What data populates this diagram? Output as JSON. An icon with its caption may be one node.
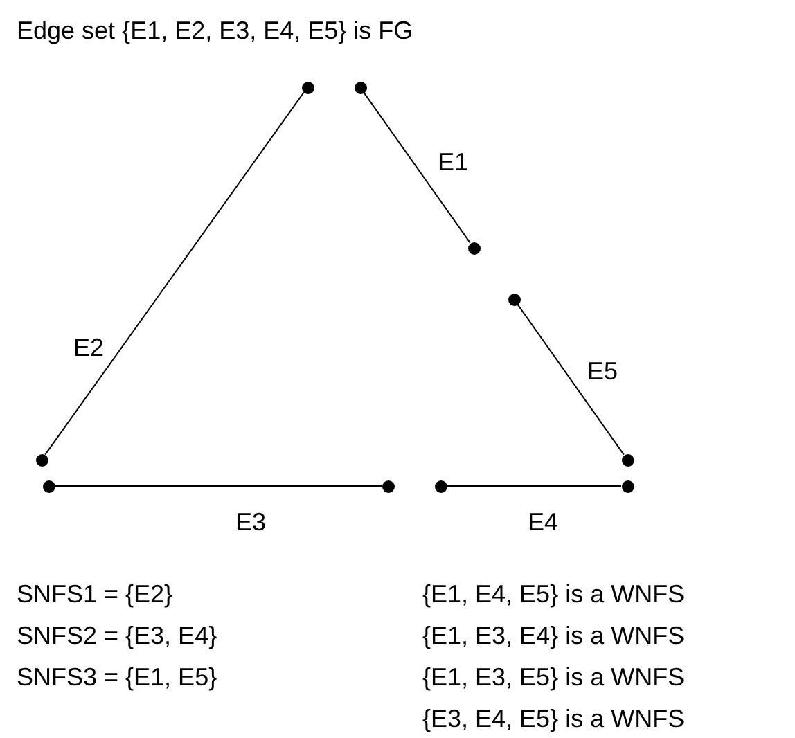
{
  "diagram": {
    "title": "Edge set {E1, E2, E3, E4, E5} is FG",
    "nodes": [
      {
        "text": [],
        "shape": "circle"
      },
      {
        "text": [],
        "shape": "circle"
      },
      {
        "text": [],
        "shape": "circle"
      },
      {
        "text": [],
        "shape": "circle"
      },
      {
        "text": [],
        "shape": "circle"
      },
      {
        "text": [],
        "shape": "circle"
      },
      {
        "text": [],
        "shape": "circle"
      },
      {
        "text": [],
        "shape": "circle"
      },
      {
        "text": [],
        "shape": "circle"
      },
      {
        "text": [],
        "shape": "circle"
      }
    ],
    "edges": [
      {
        "from": 1,
        "to": 2,
        "arrow": "none",
        "label": "E1"
      },
      {
        "from": 0,
        "to": 4,
        "arrow": "none",
        "label": "E2"
      },
      {
        "from": 6,
        "to": 7,
        "arrow": "none",
        "label": "E3"
      },
      {
        "from": 8,
        "to": 9,
        "arrow": "none",
        "label": "E4"
      },
      {
        "from": 3,
        "to": 5,
        "arrow": "none",
        "label": "E5"
      }
    ],
    "labels": [
      "SNFS1 = {E2}",
      "{E1, E4, E5} is a WNFS",
      "SNFS2 = {E3, E4}",
      "{E1, E3, E4} is a WNFS",
      "SNFS3 = {E1, E5}",
      "{E1, E3, E5} is a WNFS",
      "{E3, E4, E5} is a WNFS"
    ]
  }
}
